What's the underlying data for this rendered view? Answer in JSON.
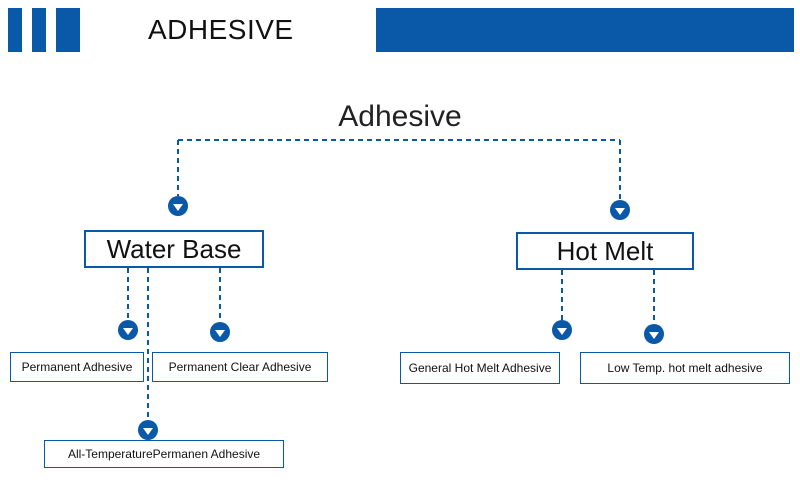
{
  "header": {
    "title": "ADHESIVE",
    "accent_color": "#0a58a8"
  },
  "diagram": {
    "root": "Adhesive",
    "branches": [
      {
        "label": "Water Base",
        "children": [
          "Permanent Adhesive",
          "Permanent Clear Adhesive",
          "All-TemperaturePermanen Adhesive"
        ]
      },
      {
        "label": "Hot Melt",
        "children": [
          "General Hot Melt Adhesive",
          "Low Temp. hot melt adhesive"
        ]
      }
    ],
    "connector_style": "dashed",
    "arrow_icon": "down-arrow-circle-icon"
  }
}
